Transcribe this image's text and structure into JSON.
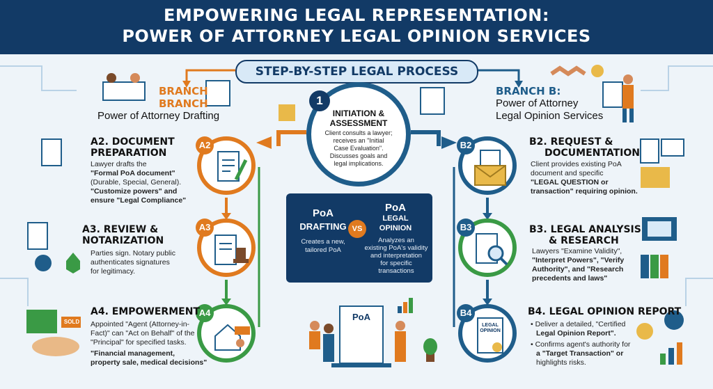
{
  "header": {
    "title_line1": "EMPOWERING LEGAL REPRESENTATION:",
    "title_line2": "POWER OF ATTORNEY LEGAL OPINION SERVICES"
  },
  "process": {
    "banner": "STEP-BY-STEP LEGAL PROCESS"
  },
  "branch_a": {
    "label_line1": "BRANCH",
    "label_line2": "BRANCH",
    "subtitle": "Power of Attorney Drafting"
  },
  "branch_b": {
    "label": "BRANCH B:",
    "subtitle_line1": "Power of Attorney",
    "subtitle_line2": "Legal Opinion Services"
  },
  "center": {
    "number": "1",
    "title_line1": "INITIATION &",
    "title_line2": "ASSESSMENT",
    "lines": [
      "Client consults a lawyer;",
      "receives an \"Initial",
      "Case Evaluation\".",
      "Discusses goals and",
      "legal implications."
    ]
  },
  "a_steps": [
    {
      "badge": "A2",
      "title_line1": "A2. DOCUMENT",
      "title_line2": "PREPARATION",
      "lines": [
        "Lawyer drafts the",
        "\"Formal PoA document\"",
        "(Durable, Special, General).",
        "\"Customize powers\" and",
        "ensure \"Legal Compliance\""
      ]
    },
    {
      "badge": "A3",
      "title_line1": "A3. REVIEW &",
      "title_line2": "NOTARIZATION",
      "lines": [
        "Parties sign. Notary public",
        "authenticates signatures",
        "for legitimacy."
      ]
    },
    {
      "badge": "A4",
      "title_line1": "A4. EMPOWERMENT",
      "lines": [
        "Appointed \"Agent (Attorney-in-",
        "Fact)\" can \"Act on Behalf\" of the",
        "\"Principal\" for specified tasks.",
        "\"Financial management,",
        "property sale, medical decisions\""
      ]
    }
  ],
  "b_steps": [
    {
      "badge": "B2",
      "title_line1": "B2. REQUEST &",
      "title_line2": "DOCUMENTATION",
      "lines": [
        "Client provides existing PoA",
        "document and specific",
        "\"LEGAL QUESTION or",
        "transaction\" requiring opinion."
      ]
    },
    {
      "badge": "B3",
      "title_line1": "B3. LEGAL ANALYSIS",
      "title_line2": "& RESEARCH",
      "lines": [
        "Lawyers \"Examine Validity\",",
        "\"Interpret Powers\", \"Verify",
        "Authority\", and \"Research",
        "precedents and laws\""
      ]
    },
    {
      "badge": "B4",
      "title_line1": "B4. LEGAL OPINION REPORT",
      "lines": [
        "• Deliver a detailed, \"Certified",
        "Legal Opinion Report\".",
        "• Confirms agent's authority for",
        "a \"Target Transaction\" or",
        "highlights risks."
      ]
    }
  ],
  "comparison": {
    "left_title": "PoA",
    "left_subtitle": "DRAFTING",
    "left_lines": [
      "Creates a new,",
      "tailored PoA"
    ],
    "vs": "VS",
    "right_title": "PoA",
    "right_subtitle_line1": "LEGAL",
    "right_subtitle_line2": "OPINION",
    "right_lines": [
      "Analyzes an",
      "existing PoA's validity",
      "and interpretation",
      "for specific",
      "transactions"
    ]
  },
  "illustrations": {
    "bottom_doc_label": "PoA",
    "opinion_doc_line1": "LEGAL",
    "opinion_doc_line2": "OPINION",
    "sold_sign": "SOLD"
  },
  "colors": {
    "header_bg": "#123a66",
    "branch_a": "#e07a1f",
    "branch_b": "#1f5d8a",
    "green": "#3a9a45"
  }
}
